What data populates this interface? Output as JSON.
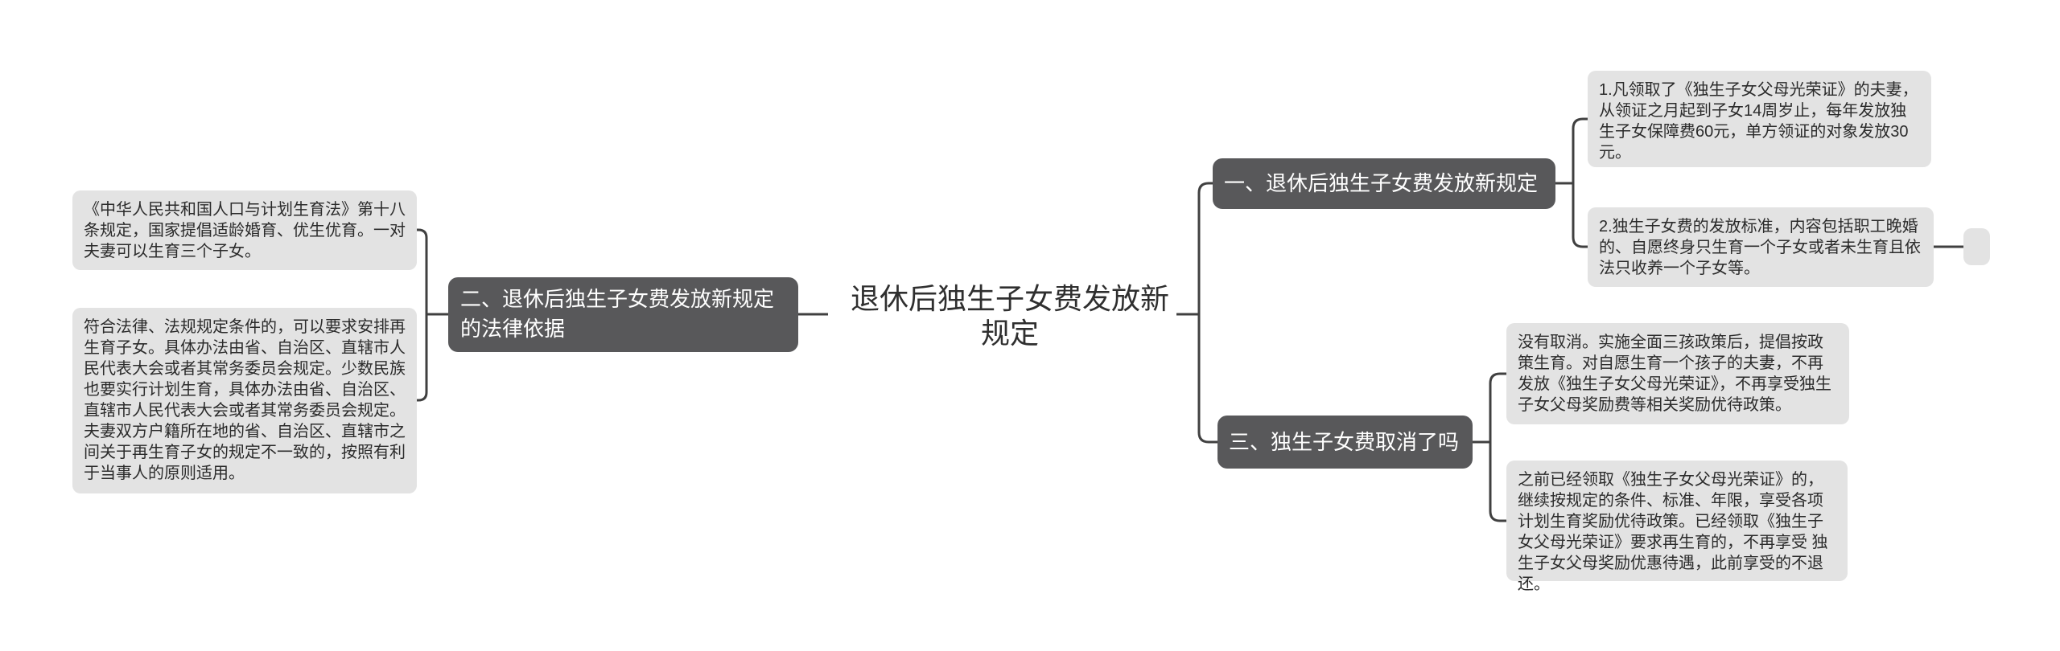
{
  "root": {
    "label": "退休后独生子女费发放新规定"
  },
  "branches": [
    {
      "id": "one",
      "label": "一、退休后独生子女费发放新规定",
      "children": [
        "1.凡领取了《独生子女父母光荣证》的夫妻，从领证之月起到子女14周岁止，每年发放独生子女保障费60元，单方领证的对象发放30元。",
        "2.独生子女费的发放标准，内容包括职工晚婚的、自愿终身只生育一个子女或者未生育且依法只收养一个子女等。"
      ]
    },
    {
      "id": "two",
      "label": "二、退休后独生子女费发放新规定的法律依据",
      "children": [
        "《中华人民共和国人口与计划生育法》第十八条规定，国家提倡适龄婚育、优生优育。一对夫妻可以生育三个子女。",
        "符合法律、法规规定条件的，可以要求安排再生育子女。具体办法由省、自治区、直辖市人民代表大会或者其常务委员会规定。少数民族也要实行计划生育，具体办法由省、自治区、直辖市人民代表大会或者其常务委员会规定。夫妻双方户籍所在地的省、自治区、直辖市之间关于再生育子女的规定不一致的，按照有利于当事人的原则适用。"
      ]
    },
    {
      "id": "three",
      "label": "三、独生子女费取消了吗",
      "children": [
        "没有取消。实施全面三孩政策后，提倡按政策生育。对自愿生育一个孩子的夫妻，不再发放《独生子女父母光荣证》，不再享受独生子女父母奖励费等相关奖励优待政策。",
        "之前已经领取《独生子女父母光荣证》的，继续按规定的条件、标准、年限，享受各项计划生育奖励优待政策。已经领取《独生子女父母光荣证》要求再生育的，不再享受 独生子女父母奖励优惠待遇，此前享受的不退还。"
      ]
    }
  ],
  "collapsed_node": {
    "label": ""
  },
  "colors": {
    "background": "#ffffff",
    "branch_box_bg": "#58585a",
    "branch_box_text": "#ffffff",
    "leaf_box_bg": "#e3e3e3",
    "leaf_box_text": "#2b2b2b",
    "root_text": "#2f2f2f",
    "connector": "#404040"
  }
}
